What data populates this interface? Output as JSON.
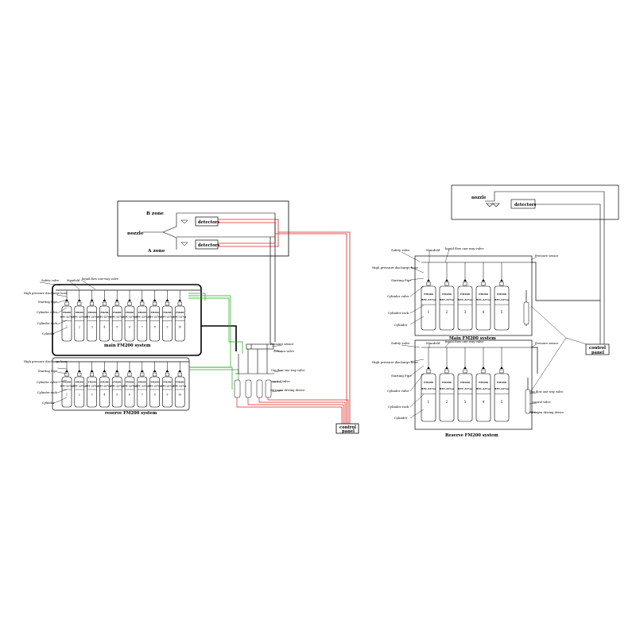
{
  "left": {
    "zones": {
      "b": "B zone",
      "a": "A zone"
    },
    "nozzle": "nozzle",
    "detectors": "detectors",
    "control_panel": [
      "control",
      "panel"
    ],
    "main_caption": "main FM200 system",
    "reserve_caption": "reserve FM200 system",
    "labels": {
      "safety_valve": "Safety valve",
      "manifold": "Manifold",
      "liquid_flow_one_way_valve": "liquid flow one-way valve",
      "high_pressure_discharge_hose": "High pressure discharge hose",
      "starting_pipe": "Starting Pipe",
      "cylinder_valve": "Cylinder valve",
      "cylinder_rack": "Cylinder rack",
      "cylinder": "Cylinder",
      "pressure_sensor": "Pressure sensor",
      "selector_valve": "Selector valve",
      "gas_flow_one_way_valve": "Gas flow one-way valve",
      "control_valve": "control valve",
      "nitrogen_driving_device": "Nitrogen driving device"
    },
    "cylinder_title": [
      "FM200",
      "HFC-227ea"
    ],
    "cylinder_numbers": [
      "1",
      "2",
      "3",
      "4",
      "5",
      "6",
      "7",
      "8",
      "9",
      "10"
    ]
  },
  "right": {
    "nozzle": "nozzle",
    "detectors": "detectors",
    "control_panel": [
      "control",
      "panel"
    ],
    "main_caption": "Main FM200 system",
    "reserve_caption": "Reserve FM200 system",
    "labels": {
      "safety_valve": "Safety valve",
      "manifold": "Manifold",
      "liquid_flow_one_way_valve": "liquid flow one-way valve",
      "high_pressure_discharge_hose": "High pressure discharge hose",
      "starting_pipe": "Starting Pipe",
      "cylinder_valve": "Cylinder valve",
      "cylinder_rack": "Cylinder rack",
      "cylinder": "Cylinder",
      "pressure_sensor": "Pressure sensor",
      "gas_flow_one_way_valve": "Gas flow one-way valve",
      "control_valve": "control valve",
      "nitrogen_driving_device": "Nitrogen driving device"
    },
    "cylinder_title": [
      "FM200",
      "HFC-227ea"
    ],
    "cylinder_numbers": [
      "1",
      "2",
      "3",
      "4",
      "5"
    ]
  },
  "colors": {
    "red": "#e02020",
    "green": "#1fa81f",
    "black": "#000000"
  }
}
